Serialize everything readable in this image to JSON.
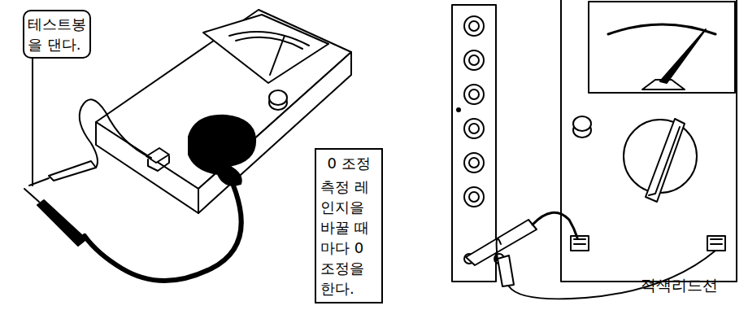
{
  "diagram": {
    "nodes": [
      {
        "text": [
          "테스트봉을 댄다."
        ]
      },
      {
        "text": [
          "0 조정",
          "측정 레인지을 바꿀 때마다 0 조정을 한다."
        ]
      }
    ],
    "labels": [
      "적색리드선"
    ]
  }
}
